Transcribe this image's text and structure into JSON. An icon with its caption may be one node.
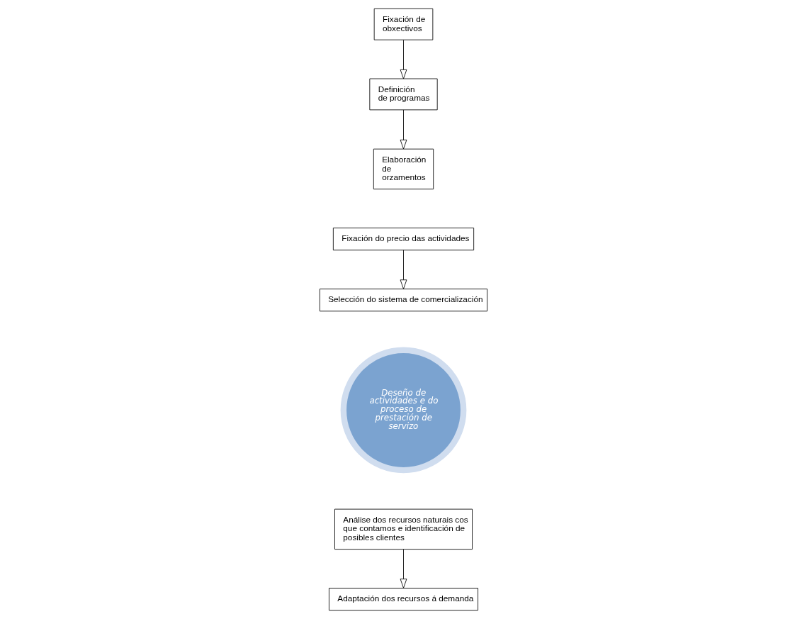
{
  "diagram": {
    "nodes": [
      {
        "text": [
          "Análise dos recursos naturais cos que contamos e identificación de posibles clientes"
        ]
      },
      {
        "text": [
          "Adaptación dos recursos á demanda"
        ]
      },
      {
        "text": [
          "Deseño de actividades e do proceso de prestación de servizo"
        ]
      },
      {
        "text": [
          "Fixación do precio das actividades"
        ]
      },
      {
        "text": [
          "Selección do sistema de comercialización"
        ]
      },
      {
        "text": [
          "Fixación de obxectivos"
        ]
      },
      {
        "text": [
          "Definición de programas"
        ]
      },
      {
        "text": [
          "Elaboración de orzamentos"
        ]
      }
    ],
    "edges": [
      {
        "from": 0,
        "to": 1,
        "arrow": "to"
      },
      {
        "from": 3,
        "to": 4,
        "arrow": "to"
      },
      {
        "from": 5,
        "to": 6,
        "arrow": "to"
      },
      {
        "from": 6,
        "to": 7,
        "arrow": "to"
      }
    ]
  }
}
